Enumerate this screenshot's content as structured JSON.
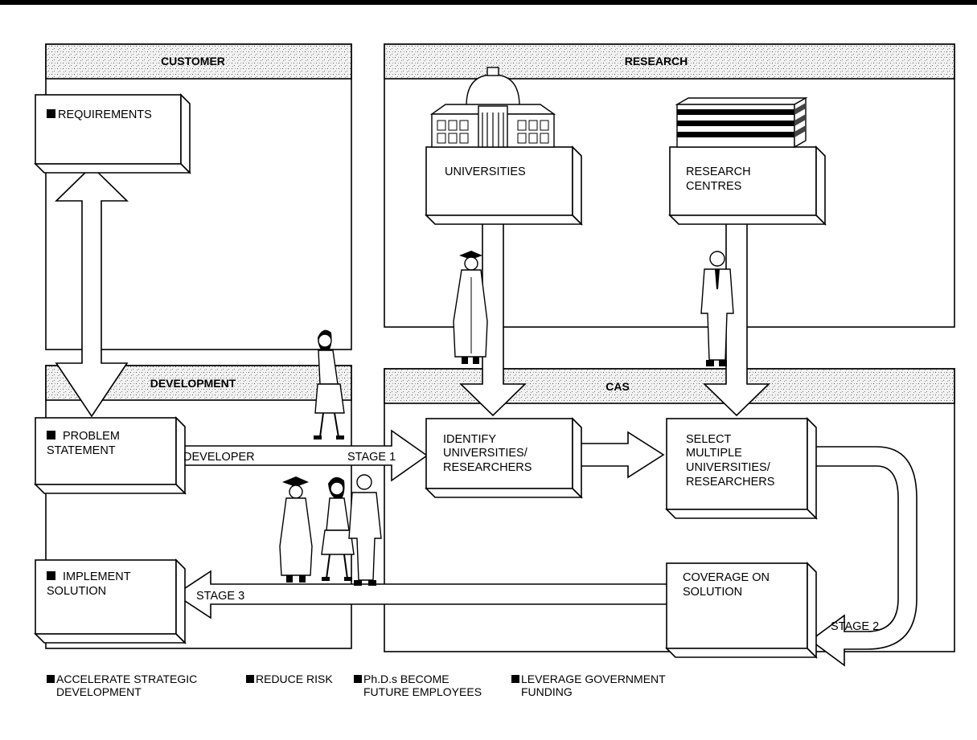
{
  "panels": {
    "customer": "CUSTOMER",
    "research": "RESEARCH",
    "development": "DEVELOPMENT",
    "cas": "CAS"
  },
  "boxes": {
    "requirements": [
      "REQUIREMENTS"
    ],
    "universities": [
      "UNIVERSITIES"
    ],
    "research_centres": [
      "RESEARCH",
      "CENTRES"
    ],
    "problem_statement": [
      "PROBLEM",
      "STATEMENT"
    ],
    "identify": [
      "IDENTIFY",
      "UNIVERSITIES/",
      "RESEARCHERS"
    ],
    "select": [
      "SELECT",
      "MULTIPLE",
      "UNIVERSITIES/",
      "RESEARCHERS"
    ],
    "implement": [
      "IMPLEMENT",
      "SOLUTION"
    ],
    "coverage": [
      "COVERAGE ON",
      "SOLUTION"
    ]
  },
  "arrow_labels": {
    "developer": "DEVELOPER",
    "stage1": "STAGE 1",
    "stage2": "STAGE 2",
    "stage3": "STAGE 3"
  },
  "benefits": [
    [
      "ACCELERATE STRATEGIC",
      "DEVELOPMENT"
    ],
    [
      "REDUCE RISK"
    ],
    [
      "Ph.D.s BECOME",
      "FUTURE EMPLOYEES"
    ],
    [
      "LEVERAGE GOVERNMENT",
      "FUNDING"
    ]
  ],
  "icons": {
    "university": "university-building-icon",
    "research_centre": "research-centre-building-icon",
    "graduate": "graduate-figure-icon",
    "researcher": "researcher-figure-icon",
    "developer_woman": "woman-figure-icon",
    "group": "group-figures-icon",
    "bullet": "square-bullet-icon"
  }
}
